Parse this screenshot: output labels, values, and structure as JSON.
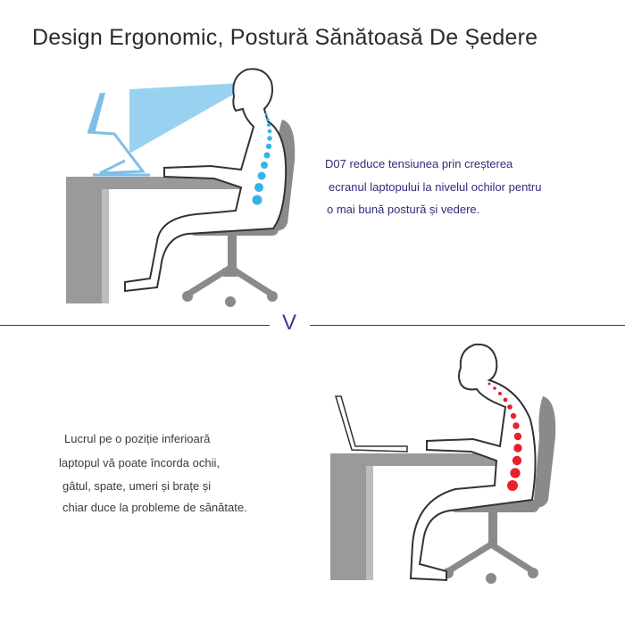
{
  "title": "Design Ergonomic, Postură Sănătoasă De Ședere",
  "comparison_mark": "V",
  "good_posture": {
    "lines": [
      "D07 reduce tensiunea prin creșterea",
      "ecranul laptopului la nivelul ochilor pentru",
      "o mai bună postură și vedere."
    ],
    "spine_color": "#33b4e8",
    "screen_color": "#8ecdf0"
  },
  "bad_posture": {
    "lines": [
      "Lucrul pe o poziție inferioară",
      "laptopul vă poate încorda ochii,",
      "gâtul, spate, umeri și brațe și",
      "chiar duce la probleme de sănătate."
    ],
    "spine_color": "#e8202a"
  },
  "colors": {
    "desk": "#9a9a9a",
    "chair": "#8a8a8a",
    "outline": "#333333"
  }
}
